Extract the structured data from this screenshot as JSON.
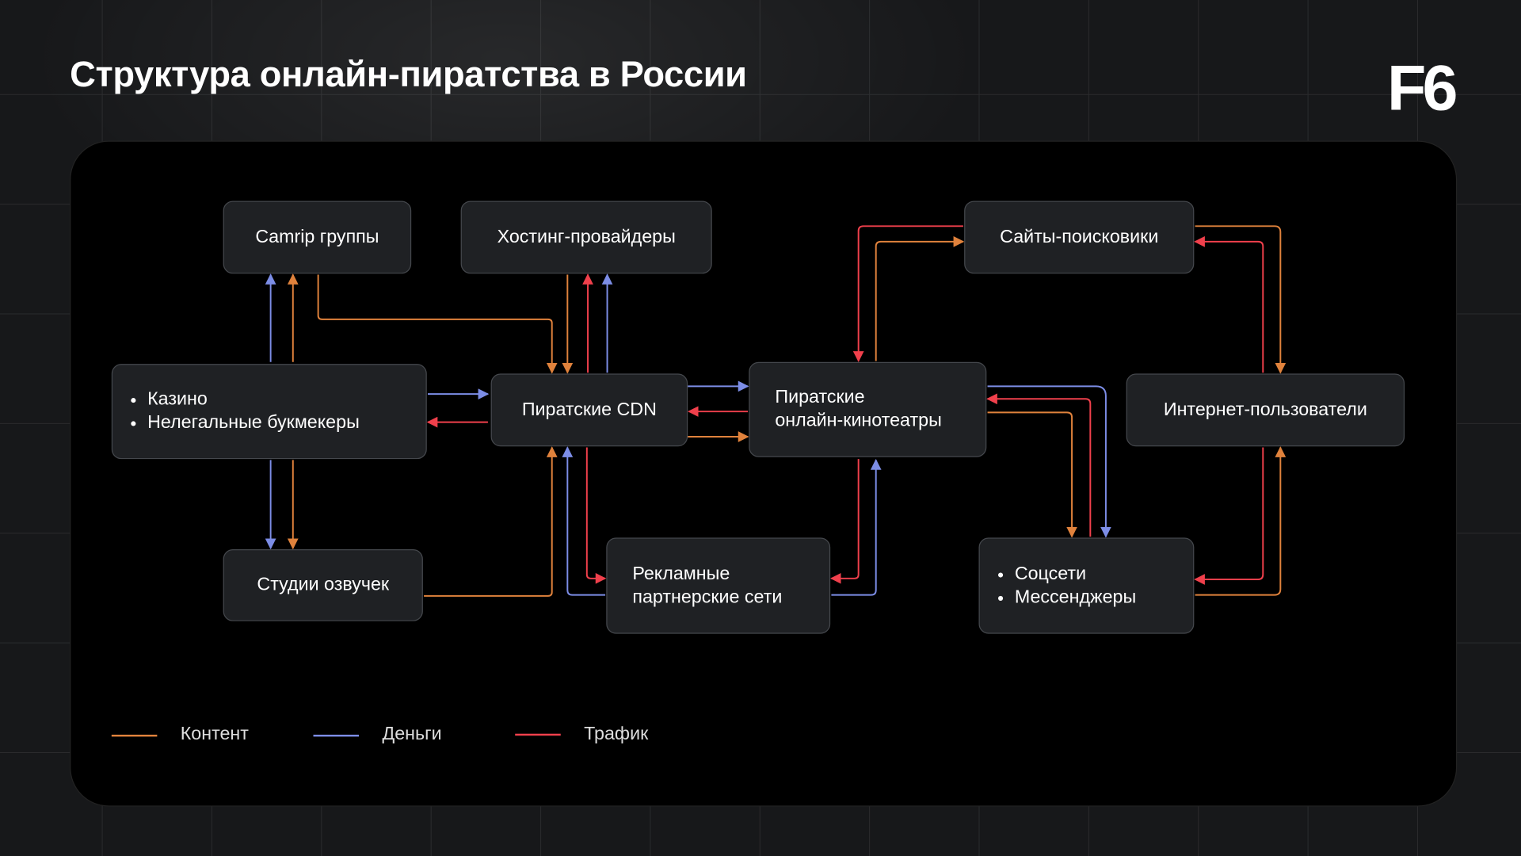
{
  "title": "Структура онлайн-пиратства в России",
  "logo": "F6",
  "colors": {
    "content": "#e0823c",
    "money": "#7c8de6",
    "traffic": "#f0404c"
  },
  "nodes": {
    "camrip": "Camrip группы",
    "hosting": "Хостинг-провайдеры",
    "search_sites": "Сайты-поисковики",
    "casino": [
      "Казино",
      "Нелегальные букмекеры"
    ],
    "cdn": "Пиратские CDN",
    "cinemas": [
      "Пиратские",
      "онлайн-кинотеатры"
    ],
    "internet_users": "Интернет-пользователи",
    "dubbing": "Студии озвучек",
    "ad_networks": [
      "Рекламные",
      "партнерские сети"
    ],
    "social": [
      "Соцсети",
      "Мессенджеры"
    ]
  },
  "legend": [
    {
      "label": "Контент",
      "color": "#e0823c"
    },
    {
      "label": "Деньги",
      "color": "#7c8de6"
    },
    {
      "label": "Трафик",
      "color": "#f0404c"
    }
  ]
}
